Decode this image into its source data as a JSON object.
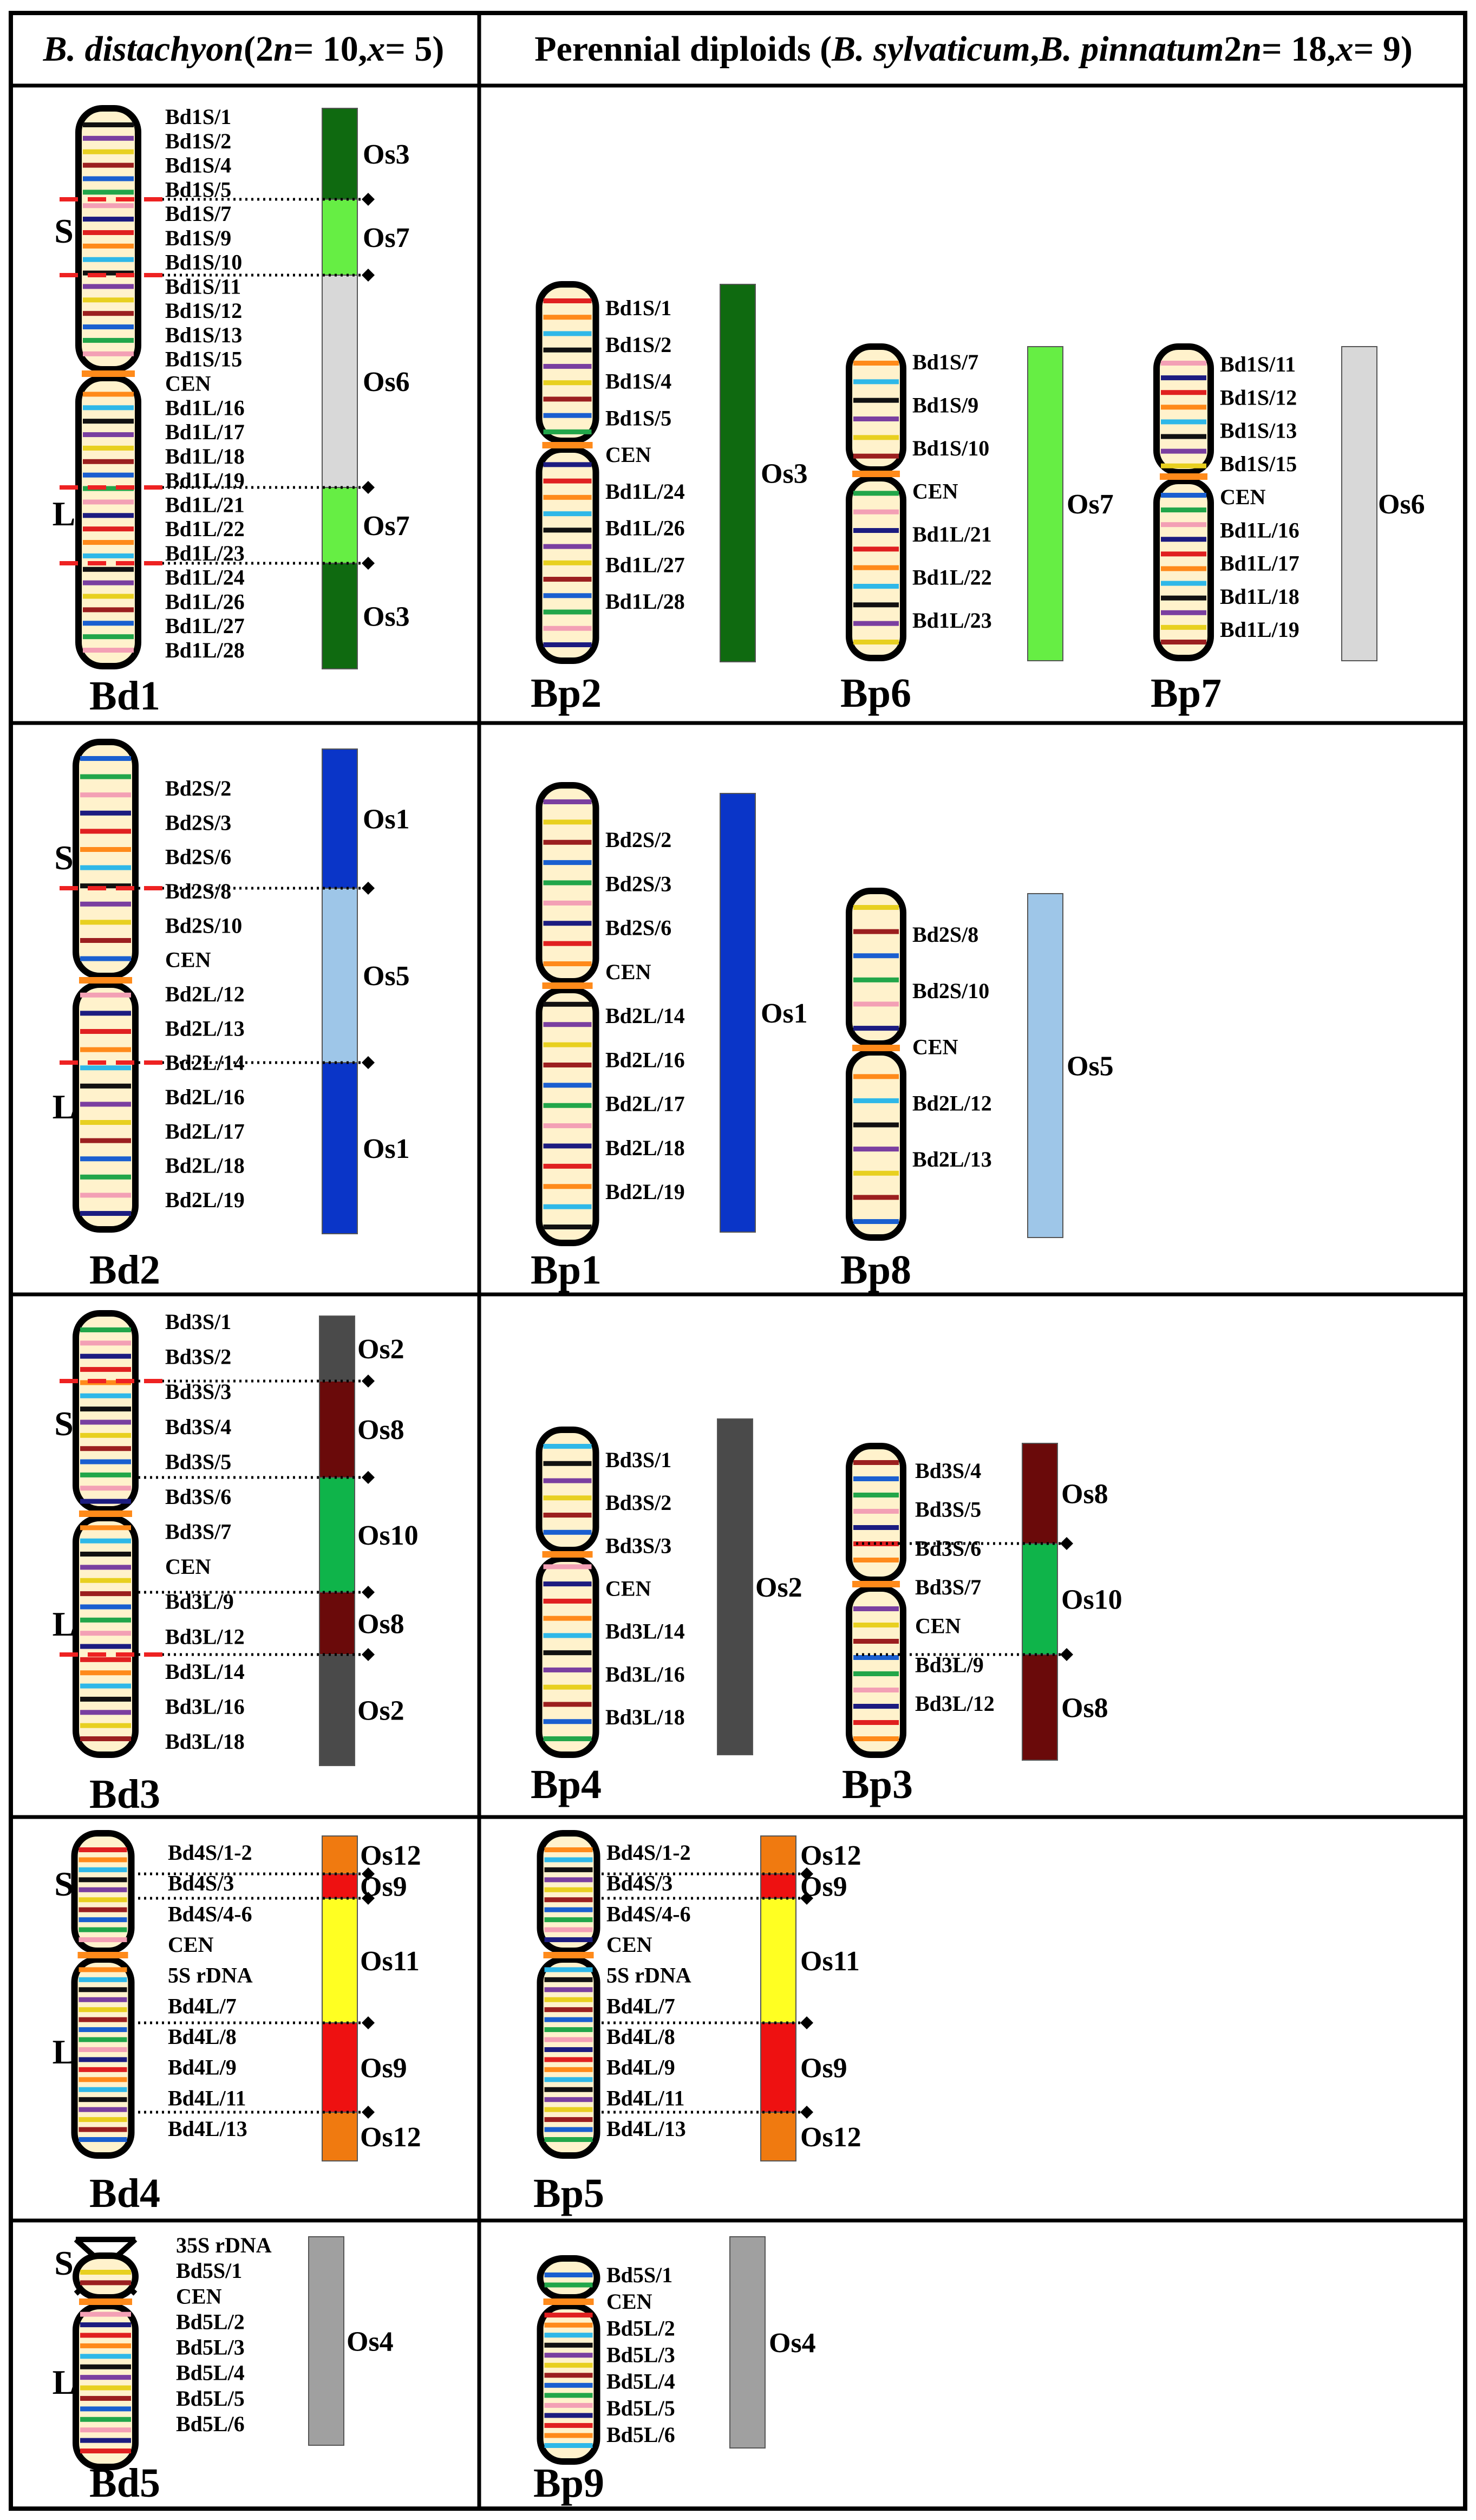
{
  "header": {
    "left": {
      "sp": "B. distachyon",
      "a": " (2",
      "n": "n",
      "b": " = 10, ",
      "x": "x",
      "c": " = 5)"
    },
    "right": {
      "a": "Perennial diploids (",
      "sp1": "B. sylvaticum",
      "b": ", ",
      "sp2": "B. pinnatum",
      "c": " 2",
      "n": "n",
      "d": " = 18, ",
      "x": "x",
      "e": " = 9)"
    }
  },
  "colors": {
    "Os1": "#0a35c8",
    "Os2": "#4a4a4a",
    "Os3": "#0f6a10",
    "Os4": "#a0a0a0",
    "Os5": "#9ec6e8",
    "Os6": "#d8d8d8",
    "Os7": "#66ee44",
    "Os8": "#6a0a0a",
    "Os9": "#ee1111",
    "Os10": "#0fb44a",
    "Os11": "#ffff22",
    "Os12": "#f07a10",
    "chrom_fill": "#fff2cc",
    "red_dash": "#ee2222"
  },
  "panels": [
    {
      "bd": {
        "name": "Bd1",
        "arm_labels": [
          "S",
          "L"
        ],
        "labels": [
          "Bd1S/1",
          "Bd1S/2",
          "Bd1S/4",
          "Bd1S/5",
          "Bd1S/7",
          "Bd1S/9",
          "Bd1S/10",
          "Bd1S/11",
          "Bd1S/12",
          "Bd1S/13",
          "Bd1S/15",
          "CEN",
          "Bd1L/16",
          "Bd1L/17",
          "Bd1L/18",
          "Bd1L/19",
          "Bd1L/21",
          "Bd1L/22",
          "Bd1L/23",
          "Bd1L/24",
          "Bd1L/26",
          "Bd1L/27",
          "Bd1L/28"
        ],
        "os_blocks": [
          {
            "label": "Os3",
            "color": "Os3"
          },
          {
            "label": "Os7",
            "color": "Os7"
          },
          {
            "label": "Os6",
            "color": "Os6"
          },
          {
            "label": "Os7",
            "color": "Os7"
          },
          {
            "label": "Os3",
            "color": "Os3"
          }
        ]
      },
      "bp": [
        {
          "name": "Bp2",
          "labels": [
            "Bd1S/1",
            "Bd1S/2",
            "Bd1S/4",
            "Bd1S/5",
            "CEN",
            "Bd1L/24",
            "Bd1L/26",
            "Bd1L/27",
            "Bd1L/28"
          ],
          "os_blocks": [
            {
              "label": "Os3",
              "color": "Os3"
            }
          ]
        },
        {
          "name": "Bp6",
          "labels": [
            "Bd1S/7",
            "Bd1S/9",
            "Bd1S/10",
            "CEN",
            "Bd1L/21",
            "Bd1L/22",
            "Bd1L/23"
          ],
          "os_blocks": [
            {
              "label": "Os7",
              "color": "Os7"
            }
          ]
        },
        {
          "name": "Bp7",
          "labels": [
            "Bd1S/11",
            "Bd1S/12",
            "Bd1S/13",
            "Bd1S/15",
            "CEN",
            "Bd1L/16",
            "Bd1L/17",
            "Bd1L/18",
            "Bd1L/19"
          ],
          "os_blocks": [
            {
              "label": "Os6",
              "color": "Os6"
            }
          ]
        }
      ]
    },
    {
      "bd": {
        "name": "Bd2",
        "arm_labels": [
          "S",
          "L"
        ],
        "labels": [
          "Bd2S/2",
          "Bd2S/3",
          "Bd2S/6",
          "Bd2S/8",
          "Bd2S/10",
          "CEN",
          "Bd2L/12",
          "Bd2L/13",
          "Bd2L/14",
          "Bd2L/16",
          "Bd2L/17",
          "Bd2L/18",
          "Bd2L/19"
        ],
        "os_blocks": [
          {
            "label": "Os1",
            "color": "Os1"
          },
          {
            "label": "Os5",
            "color": "Os5"
          },
          {
            "label": "Os1",
            "color": "Os1"
          }
        ]
      },
      "bp": [
        {
          "name": "Bp1",
          "labels": [
            "Bd2S/2",
            "Bd2S/3",
            "Bd2S/6",
            "CEN",
            "Bd2L/14",
            "Bd2L/16",
            "Bd2L/17",
            "Bd2L/18",
            "Bd2L/19"
          ],
          "os_blocks": [
            {
              "label": "Os1",
              "color": "Os1"
            }
          ]
        },
        {
          "name": "Bp8",
          "labels": [
            "Bd2S/8",
            "Bd2S/10",
            "CEN",
            "Bd2L/12",
            "Bd2L/13"
          ],
          "os_blocks": [
            {
              "label": "Os5",
              "color": "Os5"
            }
          ]
        }
      ]
    },
    {
      "bd": {
        "name": "Bd3",
        "arm_labels": [
          "S",
          "L"
        ],
        "labels": [
          "Bd3S/1",
          "Bd3S/2",
          "Bd3S/3",
          "Bd3S/4",
          "Bd3S/5",
          "Bd3S/6",
          "Bd3S/7",
          "CEN",
          "Bd3L/9",
          "Bd3L/12",
          "Bd3L/14",
          "Bd3L/16",
          "Bd3L/18"
        ],
        "os_blocks": [
          {
            "label": "Os2",
            "color": "Os2"
          },
          {
            "label": "Os8",
            "color": "Os8"
          },
          {
            "label": "Os10",
            "color": "Os10"
          },
          {
            "label": "Os8",
            "color": "Os8"
          },
          {
            "label": "Os2",
            "color": "Os2"
          }
        ]
      },
      "bp": [
        {
          "name": "Bp4",
          "labels": [
            "Bd3S/1",
            "Bd3S/2",
            "Bd3S/3",
            "CEN",
            "Bd3L/14",
            "Bd3L/16",
            "Bd3L/18"
          ],
          "os_blocks": [
            {
              "label": "Os2",
              "color": "Os2"
            }
          ]
        },
        {
          "name": "Bp3",
          "labels": [
            "Bd3S/4",
            "Bd3S/5",
            "Bd3S/6",
            "Bd3S/7",
            "CEN",
            "Bd3L/9",
            "Bd3L/12"
          ],
          "os_blocks": [
            {
              "label": "Os8",
              "color": "Os8"
            },
            {
              "label": "Os10",
              "color": "Os10"
            },
            {
              "label": "Os8",
              "color": "Os8"
            }
          ]
        }
      ]
    },
    {
      "bd": {
        "name": "Bd4",
        "arm_labels": [
          "S",
          "L"
        ],
        "labels": [
          "Bd4S/1-2",
          "Bd4S/3",
          "Bd4S/4-6",
          "CEN",
          "5S rDNA",
          "Bd4L/7",
          "Bd4L/8",
          "Bd4L/9",
          "Bd4L/11",
          "Bd4L/13"
        ],
        "os_blocks": [
          {
            "label": "Os12",
            "color": "Os12"
          },
          {
            "label": "Os9",
            "color": "Os9"
          },
          {
            "label": "Os11",
            "color": "Os11"
          },
          {
            "label": "Os9",
            "color": "Os9"
          },
          {
            "label": "Os12",
            "color": "Os12"
          }
        ]
      },
      "bp": [
        {
          "name": "Bp5",
          "labels": [
            "Bd4S/1-2",
            "Bd4S/3",
            "Bd4S/4-6",
            "CEN",
            "5S rDNA",
            "Bd4L/7",
            "Bd4L/8",
            "Bd4L/9",
            "Bd4L/11",
            "Bd4L/13"
          ],
          "os_blocks": [
            {
              "label": "Os12",
              "color": "Os12"
            },
            {
              "label": "Os9",
              "color": "Os9"
            },
            {
              "label": "Os11",
              "color": "Os11"
            },
            {
              "label": "Os9",
              "color": "Os9"
            },
            {
              "label": "Os12",
              "color": "Os12"
            }
          ]
        }
      ]
    },
    {
      "bd": {
        "name": "Bd5",
        "arm_labels": [
          "S",
          "L"
        ],
        "labels": [
          "35S rDNA",
          "Bd5S/1",
          "CEN",
          "Bd5L/2",
          "Bd5L/3",
          "Bd5L/4",
          "Bd5L/5",
          "Bd5L/6"
        ],
        "os_blocks": [
          {
            "label": "Os4",
            "color": "Os4"
          }
        ]
      },
      "bp": [
        {
          "name": "Bp9",
          "labels": [
            "Bd5S/1",
            "CEN",
            "Bd5L/2",
            "Bd5L/3",
            "Bd5L/4",
            "Bd5L/5",
            "Bd5L/6"
          ],
          "os_blocks": [
            {
              "label": "Os4",
              "color": "Os4"
            }
          ]
        }
      ]
    }
  ]
}
